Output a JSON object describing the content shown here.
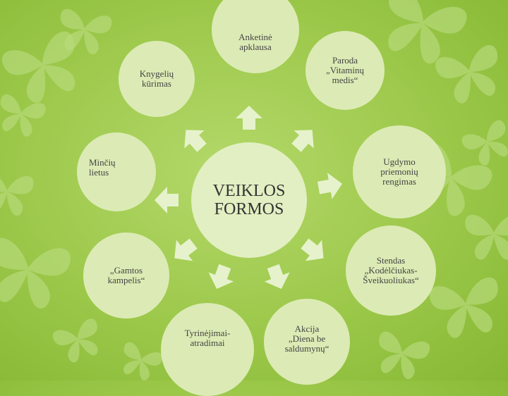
{
  "colors": {
    "background": "#9cc84a",
    "node_fill": "#dcebb5",
    "arrow_fill": "#e6f2cc",
    "butterfly": "#b9db7e"
  },
  "center": {
    "label": "VEIKLOS\nFORMOS"
  },
  "nodes": {
    "anketine": "Anketinė\napklausa",
    "paroda": "Paroda\n„Vitaminų\nmedis“",
    "knygeliu": "Knygelių\nkūrimas",
    "mindiu": "Minčių\nlietus",
    "ugdymo": "Ugdymo\npriemonių\nrengimas",
    "gamtos": "„Gamtos\nkampelis“",
    "stendas": "Stendas\n„Kodėlčiukas-\nŠveikuoliukas“",
    "tyrinejimai": "Tyrinėjimai-\natradimai",
    "akcija": "Akcija\n„Diena be\nsaldumynų“"
  }
}
